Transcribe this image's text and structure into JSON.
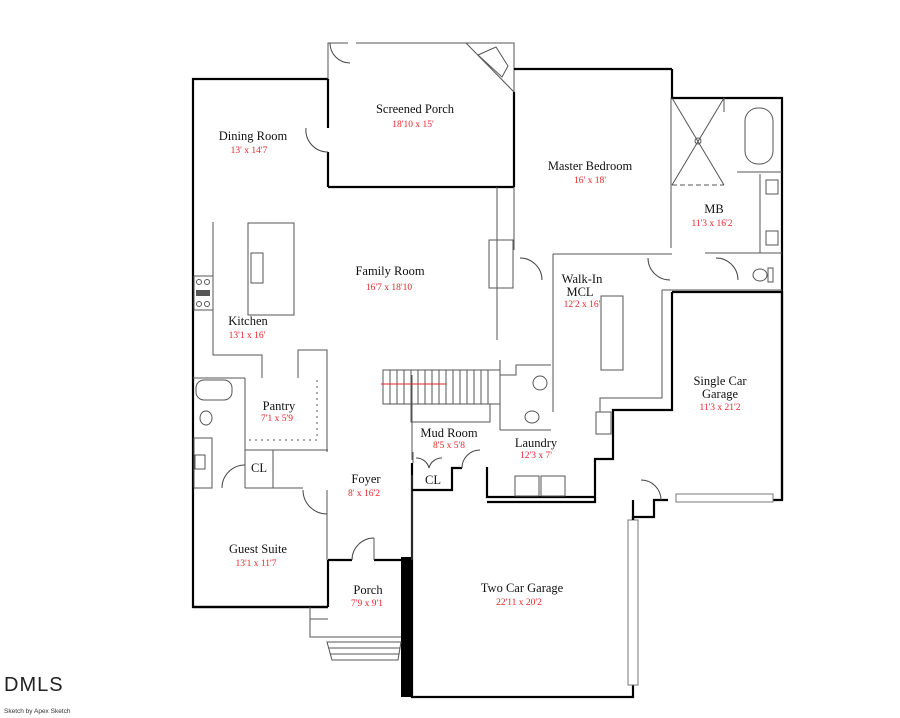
{
  "rooms": {
    "screened_porch": {
      "name": "Screened Porch",
      "dim": "18'10 x 15'"
    },
    "dining_room": {
      "name": "Dining Room",
      "dim": "13' x 14'7"
    },
    "master_bedroom": {
      "name": "Master Bedroom",
      "dim": "16' x 18'"
    },
    "mb": {
      "name": "MB",
      "dim": "11'3 x 16'2"
    },
    "family_room": {
      "name": "Family Room",
      "dim": "16'7 x 18'10"
    },
    "kitchen": {
      "name": "Kitchen",
      "dim": "13'1 x 16'"
    },
    "walk_in_mcl": {
      "name_line1": "Walk-In",
      "name_line2": "MCL",
      "dim": "12'2 x 16'"
    },
    "pantry": {
      "name": "Pantry",
      "dim": "7'1 x 5'9"
    },
    "mud_room": {
      "name": "Mud Room",
      "dim": "8'5 x 5'8"
    },
    "laundry": {
      "name": "Laundry",
      "dim": "12'3 x 7'"
    },
    "single_car_garage": {
      "name_line1": "Single Car",
      "name_line2": "Garage",
      "dim": "11'3 x 21'2"
    },
    "cl_left": {
      "name": "CL"
    },
    "cl_mud": {
      "name": "CL"
    },
    "foyer": {
      "name": "Foyer",
      "dim": "8' x 16'2"
    },
    "guest_suite": {
      "name": "Guest Suite",
      "dim": "13'1 x 11'7"
    },
    "porch": {
      "name": "Porch",
      "dim": "7'9 x 9'1"
    },
    "two_car_garage": {
      "name": "Two Car Garage",
      "dim": "22'11 x 20'2"
    }
  },
  "footer": {
    "brand": "DMLS",
    "credit": "Sketch by Apex Sketch"
  },
  "colors": {
    "wall": "#000000",
    "dimension_text": "#e8262b",
    "label_text": "#111111"
  }
}
